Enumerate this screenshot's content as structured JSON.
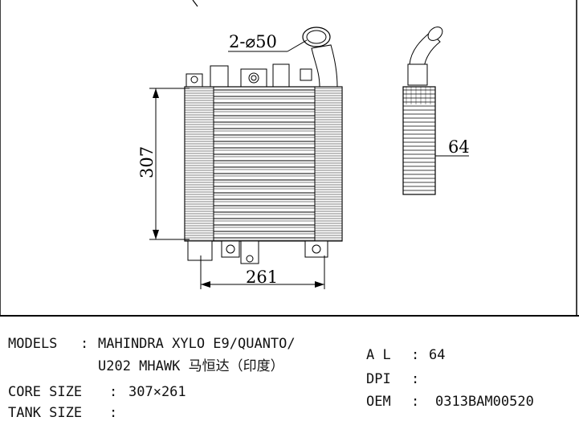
{
  "drawing": {
    "pipe_label": "2-⌀50",
    "height_label": "307",
    "width_label": "261",
    "depth_label": "64"
  },
  "specs": {
    "models_label": "MODELS",
    "models_sep": ":",
    "models_line1": "MAHINDRA XYLO E9/QUANTO/",
    "models_line2": "U202 MHAWK 马恒达（印度）",
    "core_label": "CORE SIZE",
    "core_sep": ":",
    "core_value": "307×261",
    "tank_label": "TANK SIZE",
    "tank_sep": ":",
    "al_label": "A L",
    "al_sep": ":",
    "al_value": "64",
    "dpi_label": "DPI",
    "dpi_sep": ":",
    "oem_label": "OEM",
    "oem_sep": ":",
    "oem_value": "0313BAM00520"
  }
}
